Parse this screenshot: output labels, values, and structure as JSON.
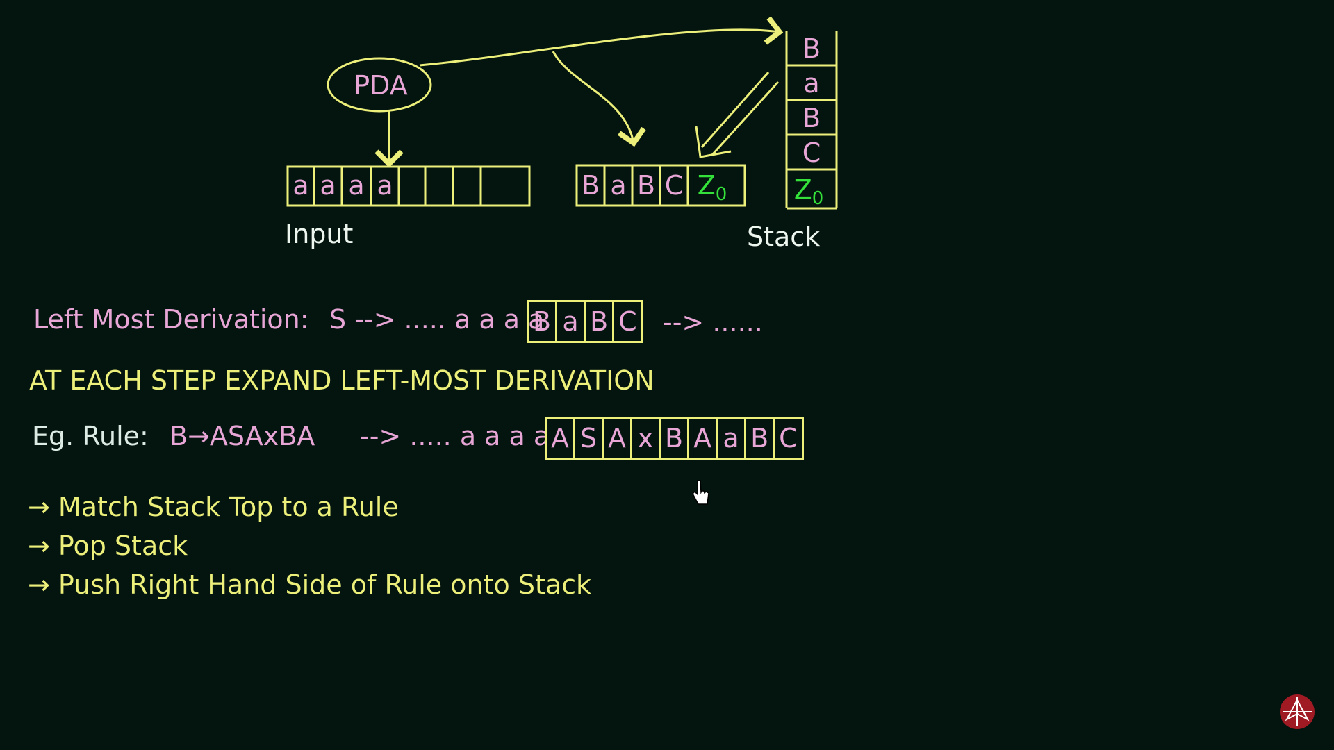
{
  "diagram": {
    "pda_label": "PDA",
    "input_label": "Input",
    "stack_label": "Stack",
    "input_tape": [
      "a",
      "a",
      "a",
      "a",
      "",
      "",
      "",
      ""
    ],
    "stack_horizontal": [
      {
        "text": "B",
        "color": "#e7a6d6"
      },
      {
        "text": "a",
        "color": "#e7a6d6"
      },
      {
        "text": "B",
        "color": "#e7a6d6"
      },
      {
        "text": "C",
        "color": "#e7a6d6"
      },
      {
        "text": "Z",
        "sub": "0",
        "color": "#34e03a"
      }
    ],
    "stack_vertical": [
      {
        "text": "B",
        "color": "#e7a6d6"
      },
      {
        "text": "a",
        "color": "#e7a6d6"
      },
      {
        "text": "B",
        "color": "#e7a6d6"
      },
      {
        "text": "C",
        "color": "#e7a6d6"
      },
      {
        "text": "Z",
        "sub": "0",
        "color": "#34e03a"
      }
    ]
  },
  "derivation": {
    "label": "Left Most Derivation:",
    "prefix": "S --> ..... a a a a",
    "boxed": [
      "B",
      "a",
      "B",
      "C"
    ],
    "suffix": "--> ......"
  },
  "heading": "AT EACH STEP EXPAND LEFT-MOST DERIVATION",
  "example": {
    "label": "Eg.  Rule:",
    "rule": "B→ASAxBA",
    "prefix": "--> .....   a a a a",
    "boxed": [
      "A",
      "S",
      "A",
      "x",
      "B",
      "A",
      "a",
      "B",
      "C"
    ]
  },
  "steps": [
    "→ Match Stack Top to a Rule",
    "→ Pop Stack",
    "→ Push Right Hand Side of Rule onto Stack"
  ],
  "colors": {
    "background": "#04140f",
    "chalk_yellow": "#ecf07a",
    "chalk_pink": "#e7a6d6",
    "chalk_green": "#34e03a",
    "chalk_white": "#eef6f0"
  }
}
